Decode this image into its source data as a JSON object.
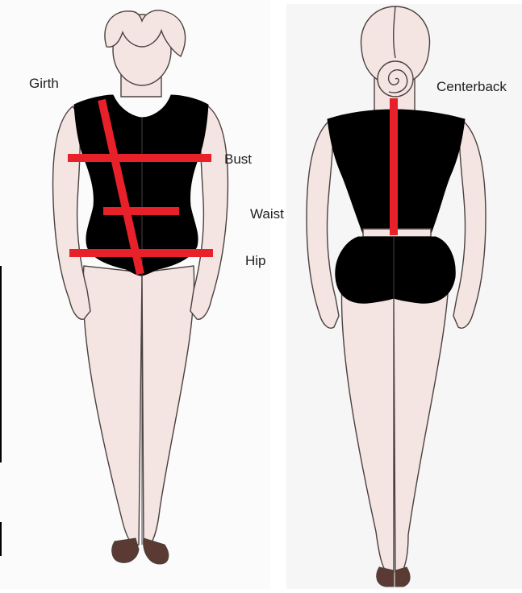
{
  "labels": {
    "girth": "Girth",
    "bust": "Bust",
    "waist": "Waist",
    "hip": "Hip",
    "centerback": "Centerback"
  },
  "colors": {
    "skin": "#f4e4e2",
    "outline": "#4a4240",
    "garment": "#000000",
    "measure": "#e8202a",
    "shoe": "#5a3a32",
    "panel_front": "#fbfbfb",
    "panel_back": "#f6f6f6"
  },
  "icons": {
    "front": "front-figure-icon",
    "back": "back-figure-icon"
  }
}
